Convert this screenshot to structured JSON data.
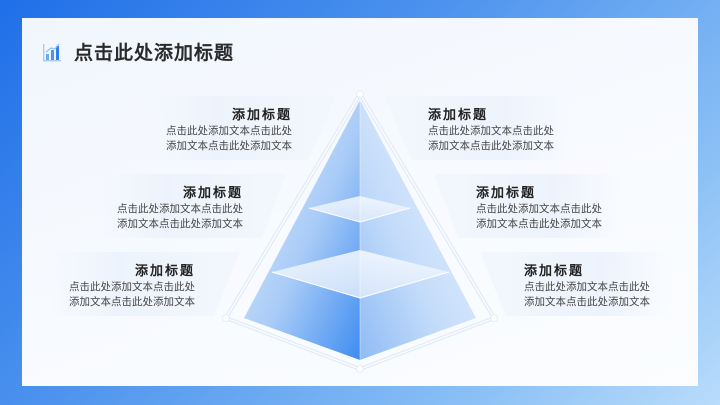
{
  "slide": {
    "title": "点击此处添加标题",
    "title_icon": "bar-chart-icon",
    "colors": {
      "accent": "#2f7ef0",
      "title_text": "#2a2a2a",
      "body_text": "#444444",
      "panel_bg": "#f4f8fe"
    }
  },
  "cards": [
    {
      "side": "left",
      "heading": "添加标题",
      "line1": "点击此处添加文本点击此处",
      "line2": "添加文本点击此处添加文本"
    },
    {
      "side": "left",
      "heading": "添加标题",
      "line1": "点击此处添加文本点击此处",
      "line2": "添加文本点击此处添加文本"
    },
    {
      "side": "left",
      "heading": "添加标题",
      "line1": "点击此处添加文本点击此处",
      "line2": "添加文本点击此处添加文本"
    },
    {
      "side": "right",
      "heading": "添加标题",
      "line1": "点击此处添加文本点击此处",
      "line2": "添加文本点击此处添加文本"
    },
    {
      "side": "right",
      "heading": "添加标题",
      "line1": "点击此处添加文本点击此处",
      "line2": "添加文本点击此处添加文本"
    },
    {
      "side": "right",
      "heading": "添加标题",
      "line1": "点击此处添加文本点击此处",
      "line2": "添加文本点击此处添加文本"
    }
  ],
  "pyramid": {
    "levels": 3,
    "center_icon": "pyramid-diagram"
  }
}
